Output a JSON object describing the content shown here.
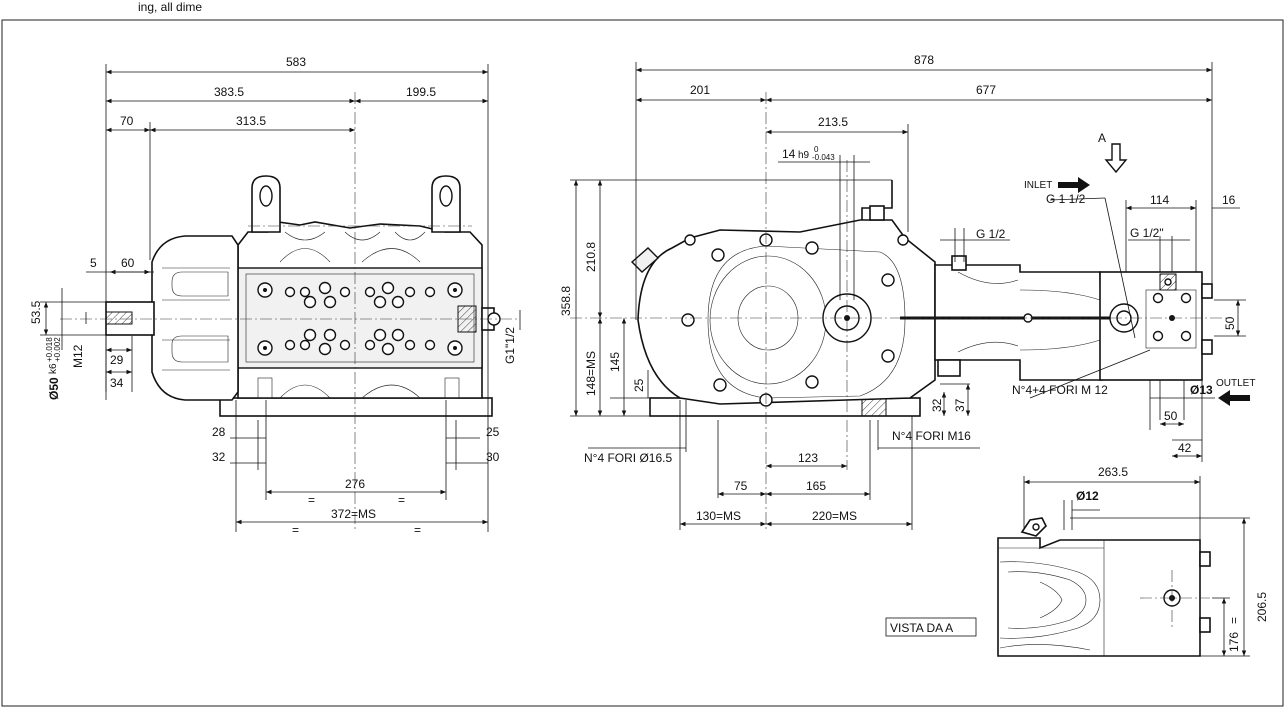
{
  "drawing": {
    "top_left_fragment": "ing, all dime",
    "view_label": "VISTA DA A",
    "view_arrow_letter": "A",
    "inlet_label": "INLET",
    "outlet_label": "OUTLET"
  },
  "left_view": {
    "dims": {
      "d583": "583",
      "d383_5": "383.5",
      "d199_5": "199.5",
      "d70": "70",
      "d313_5": "313.5",
      "d5": "5",
      "d60": "60",
      "d53_5": "53.5",
      "m12": "M12",
      "d29": "29",
      "d34": "34",
      "shaft_dia": "Ø50",
      "shaft_tol_upper": "+0.018",
      "shaft_tol_lower": "+0.002",
      "shaft_fit": "k6",
      "g1_1_2": "G1\"1/2",
      "d28": "28",
      "d32": "32",
      "d25": "25",
      "d30": "30",
      "d276": "276",
      "eq1": "=",
      "eq2": "=",
      "d372": "372=MS",
      "eq3": "=",
      "eq4": "="
    }
  },
  "right_view": {
    "dims": {
      "d878": "878",
      "d201": "201",
      "d677": "677",
      "d213_5": "213.5",
      "key_width": "14",
      "key_fit": "h9",
      "key_tol_upper": "0",
      "key_tol_lower": "-0.043",
      "g1_1_2": "G 1 1/2",
      "g1_2": "G 1/2",
      "g1_2_in": "G 1/2\"",
      "d114": "114",
      "d16": "16",
      "d210_8": "210.8",
      "d358_8": "358.8",
      "d148": "148=MS",
      "d145": "145",
      "d25": "25",
      "d32": "32",
      "d37": "37",
      "d50": "50",
      "holes_m12": "N°4+4 FORI M 12",
      "outlet_dia": "Ø13",
      "d50b": "50",
      "d42": "42",
      "holes_16_5": "N°4 FORI  Ø16.5",
      "holes_m16": "N°4 FORI M16",
      "d123": "123",
      "d75": "75",
      "d165": "165",
      "d130": "130=MS",
      "d220": "220=MS"
    }
  },
  "view_a": {
    "dims": {
      "d263_5": "263.5",
      "tube_dia": "Ø12",
      "d206_5": "206.5",
      "d176": "176",
      "eq": "="
    }
  }
}
